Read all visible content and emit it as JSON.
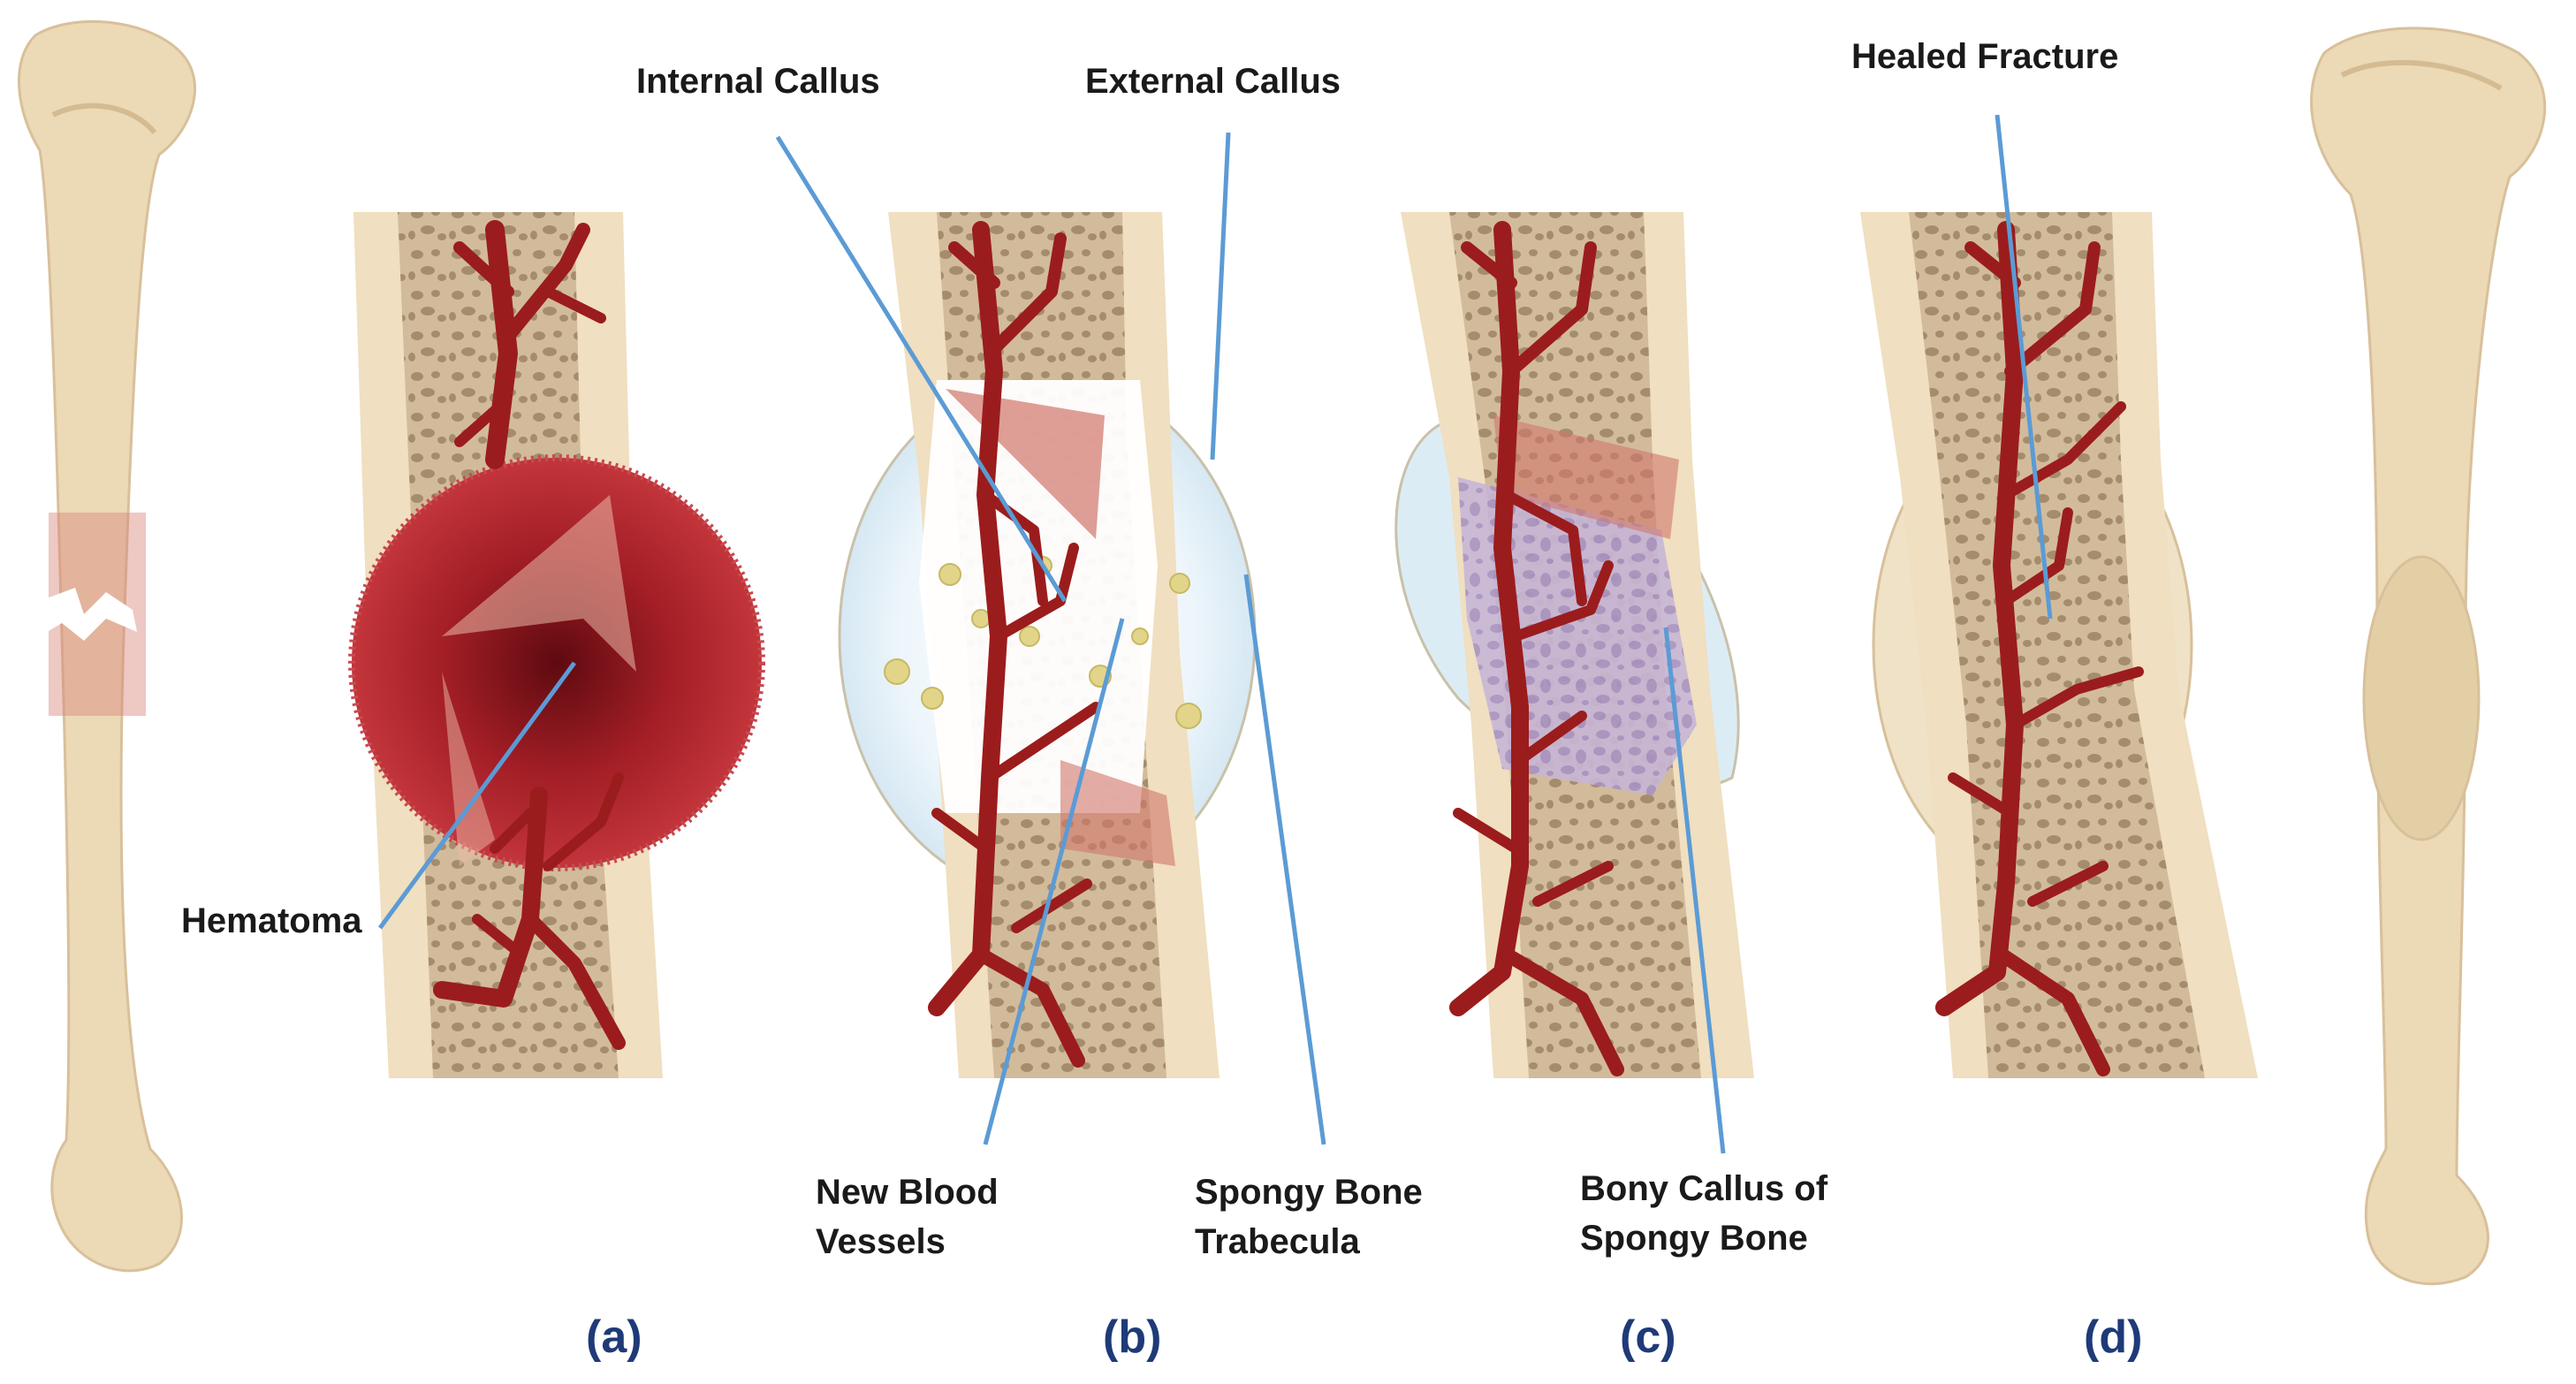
{
  "labels": {
    "internal_callus": "Internal Callus",
    "external_callus": "External Callus",
    "healed_fracture": "Healed Fracture",
    "hematoma": "Hematoma",
    "new_blood_vessels_line1": "New Blood",
    "new_blood_vessels_line2": "Vessels",
    "spongy_bone_trabecula_line1": "Spongy Bone",
    "spongy_bone_trabecula_line2": "Trabecula",
    "bony_callus_line1": "Bony Callus of",
    "bony_callus_line2": "Spongy Bone"
  },
  "panels": [
    "(a)",
    "(b)",
    "(c)",
    "(d)"
  ],
  "colors": {
    "bone": "#ecd9b6",
    "spongy_bone": "#cdb596",
    "vessel": "#9b1c1c",
    "hematoma": "#b8282e",
    "external_callus": "#dcecf5",
    "leader_line": "#5b9bd5",
    "panel_label": "#1f3a78"
  }
}
